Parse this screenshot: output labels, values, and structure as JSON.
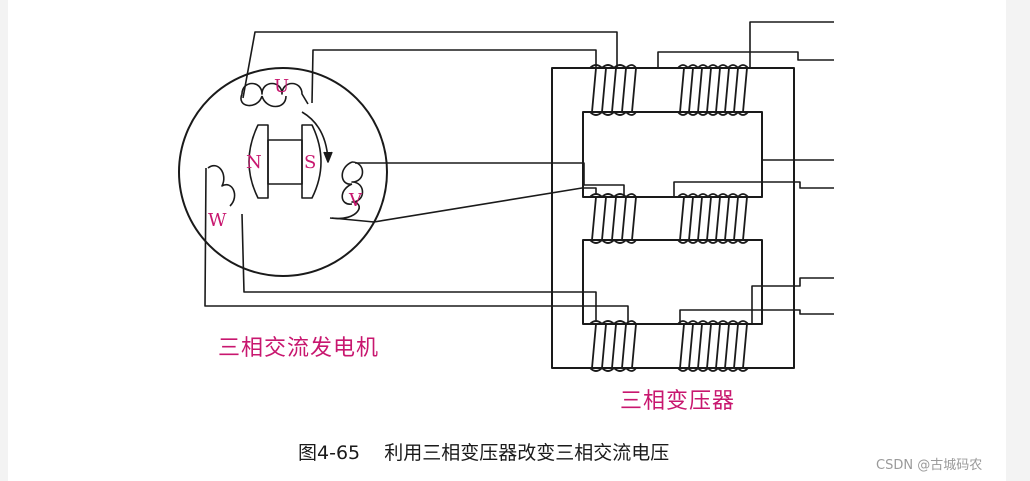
{
  "labels": {
    "phase_u": "U",
    "phase_v": "V",
    "phase_w": "W",
    "pole_n": "N",
    "pole_s": "S",
    "generator": "三相交流发电机",
    "transformer": "三相变压器"
  },
  "caption": "图4-65    利用三相变压器改变三相交流电压",
  "watermark": "CSDN @古城码农",
  "colors": {
    "label": "#c8176f",
    "line": "#1a1a1a",
    "background": "#ffffff"
  }
}
